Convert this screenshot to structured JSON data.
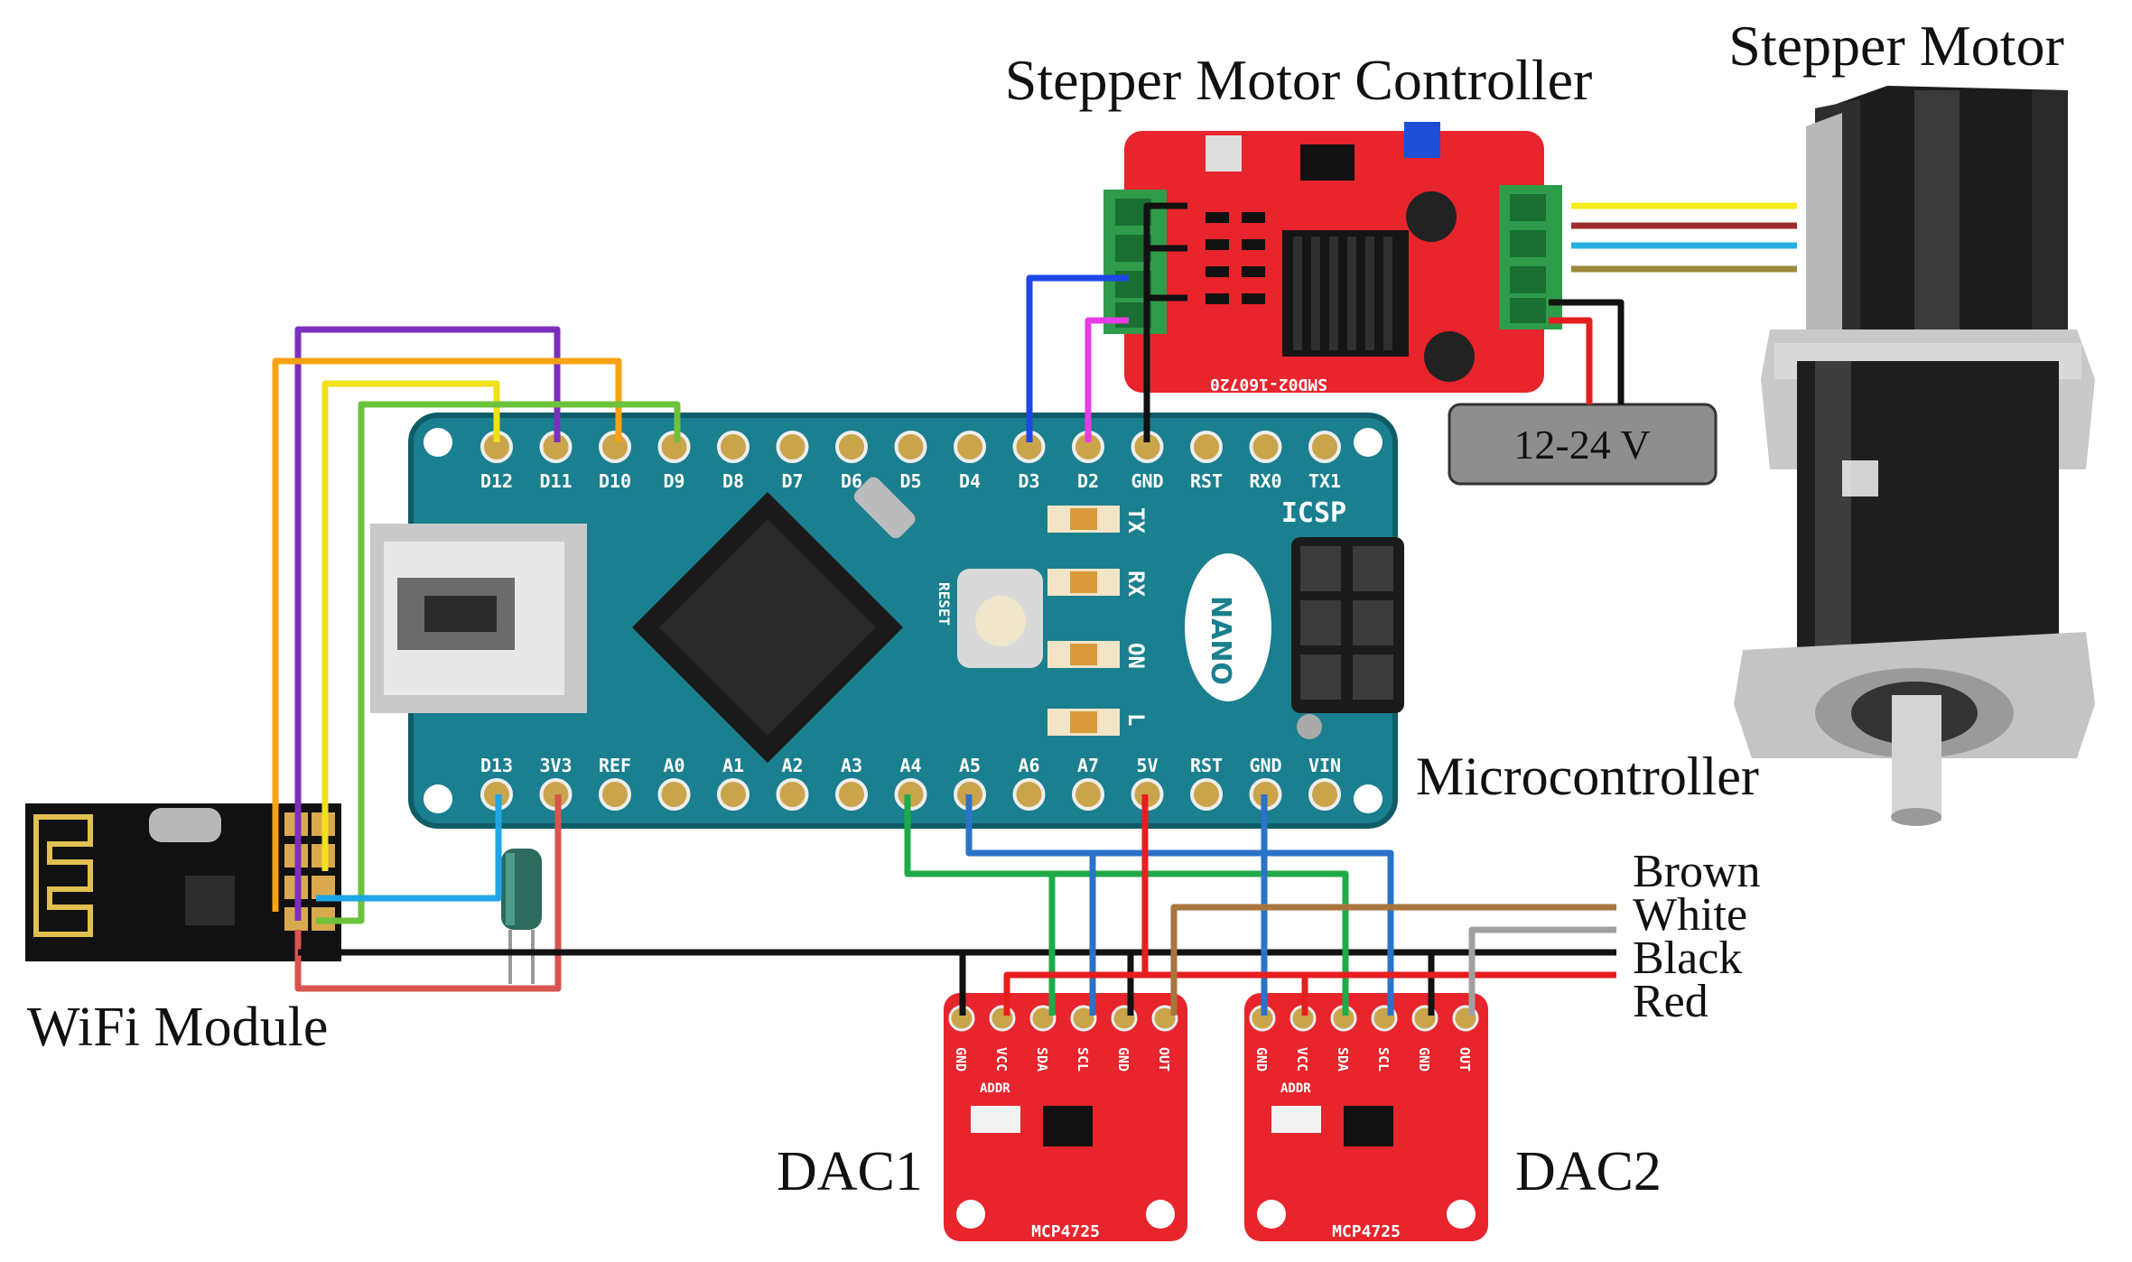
{
  "labels": {
    "stepper_motor": "Stepper Motor",
    "stepper_controller": "Stepper Motor Controller",
    "microcontroller": "Microcontroller",
    "wifi_module": "WiFi Module",
    "dac1": "DAC1",
    "dac2": "DAC2",
    "power_supply": "12-24 V",
    "icsp": "ICSP",
    "nano": "NANO",
    "reset": "RESET"
  },
  "wire_legend": [
    "Brown",
    "White",
    "Black",
    "Red"
  ],
  "nano_top_pins": [
    "D12",
    "D11",
    "D10",
    "D9",
    "D8",
    "D7",
    "D6",
    "D5",
    "D4",
    "D3",
    "D2",
    "GND",
    "RST",
    "RX0",
    "TX1"
  ],
  "nano_bottom_pins": [
    "D13",
    "3V3",
    "REF",
    "A0",
    "A1",
    "A2",
    "A3",
    "A4",
    "A5",
    "A6",
    "A7",
    "5V",
    "RST",
    "GND",
    "VIN"
  ],
  "nano_leds": [
    "TX",
    "RX",
    "ON",
    "L"
  ],
  "dac_pins": [
    "GND",
    "VCC",
    "SDA",
    "SCL",
    "GND",
    "OUT"
  ],
  "dac_chip": "MCP4725",
  "dac_addr": "ADDR",
  "controller_pcb_text": "SMD02-160720",
  "colors": {
    "board_blue": "#1a7f8e",
    "board_red": "#e8242c",
    "wire_purple": "#7b2fbf",
    "wire_orange": "#f5a214",
    "wire_yellow": "#f2e01a",
    "wire_green": "#6cc23a",
    "wire_lightblue": "#1fa6e6",
    "wire_blue": "#1f47e6",
    "wire_magenta": "#e83ce6",
    "wire_black": "#111111",
    "wire_red": "#e61e1e",
    "wire_brown": "#a8753d",
    "wire_grey": "#a0a0a0",
    "wire_dark_green": "#1faa4a",
    "wire_steel_blue": "#2a73c8",
    "wire_pink_red": "#d9534f",
    "motor_yellow": "#f7ec1c",
    "motor_darkred": "#9c2b2b",
    "motor_cyan": "#25b0e0",
    "motor_olive": "#9a8a3a"
  }
}
